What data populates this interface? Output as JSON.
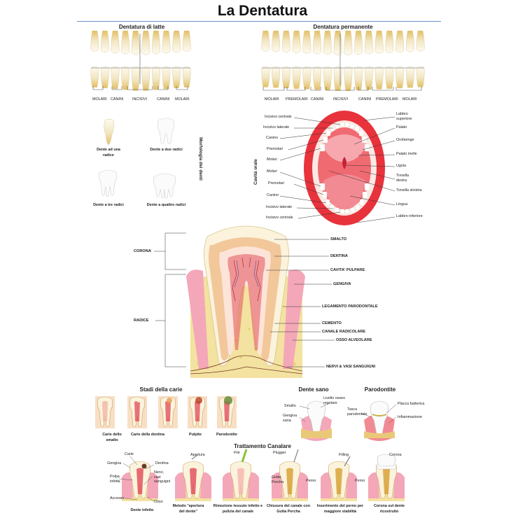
{
  "title": "La Dentatura",
  "deciduous": {
    "header": "Dentatura di latte",
    "labels": [
      "MOLARI",
      "CANINI",
      "INCISIVI",
      "CANINI",
      "MOLARI"
    ]
  },
  "permanent": {
    "header": "Dentatura permanente",
    "labels": [
      "MOLARI",
      "PREMOLARI",
      "CANINI",
      "INCISIVI",
      "CANINI",
      "PREMOLARI",
      "MOLARI"
    ]
  },
  "morphology": {
    "side_title": "Morfologia dei denti",
    "items": [
      "Dente ad una radice",
      "Dente a due radici",
      "Dente a tre radici",
      "Dente a quattro radici"
    ]
  },
  "oral": {
    "side_title": "Cavità orale",
    "left": [
      "Incisivo centrale",
      "Incisivo laterale",
      "Canino",
      "Premolari",
      "Molari",
      "Molari",
      "Premolari",
      "Canino",
      "Incisivo laterale",
      "Incisivo centrale"
    ],
    "right": [
      "Labbro superiore",
      "Palato",
      "Orofaringe",
      "Palato molle",
      "Ugola",
      "Tonsilla destra",
      "Tonsilla sinistra",
      "Lingua",
      "Labbro inferiore"
    ]
  },
  "tooth": {
    "corona": "CORONA",
    "radice": "RADICE",
    "labels": [
      "SMALTO",
      "DENTINA",
      "CAVITA' PULPARE",
      "GENGIVA",
      "LEGAMENTO PARODONTALE",
      "CEMENTO",
      "CANALE RADICOLARE",
      "OSSO ALVEOLARE",
      "NERVI & VASI SANGUIGNI"
    ]
  },
  "caries": {
    "header": "Stadi della carie",
    "stages": [
      "Carie dello smalto",
      "Carie della dentina",
      "Pulpite",
      "Parodontite"
    ]
  },
  "healthy": {
    "header": "Dente sano",
    "labels": [
      "Smalto",
      "Livello osseo regolare",
      "Gengiva sana"
    ]
  },
  "perio": {
    "header": "Parodontite",
    "labels": [
      "Tasca parodontale",
      "Placca batterica",
      "Infiammazione"
    ]
  },
  "canal": {
    "header": "Trattamento Canalare",
    "first_labels": [
      "Carie",
      "Gengiva",
      "Dentina",
      "Polpa infetta",
      "Nervi, vasi sanguigni",
      "Accesso",
      "Osso"
    ],
    "tool_labels": [
      "Apertura",
      "File",
      "Plugger",
      "Gutta Percha",
      "Filling",
      "Perno",
      "Perno",
      "Corona"
    ],
    "captions": [
      "Dente infetto",
      "Metodo \"apertura del dente\"",
      "Rimozione tessuto infetto e pulizia del canale",
      "Chiusura del canale con Gutta Percha",
      "Inserimento del perno per maggiore stabilità",
      "Corona sul dente ricostruito"
    ]
  },
  "colors": {
    "enamel": "#fbf3dc",
    "crown": "#f2e2b8",
    "root": "#e9c978",
    "gum": "#f4a7b9",
    "pulp": "#e2525f",
    "bone": "#f3e2a0",
    "mouth": "#e8323c"
  }
}
